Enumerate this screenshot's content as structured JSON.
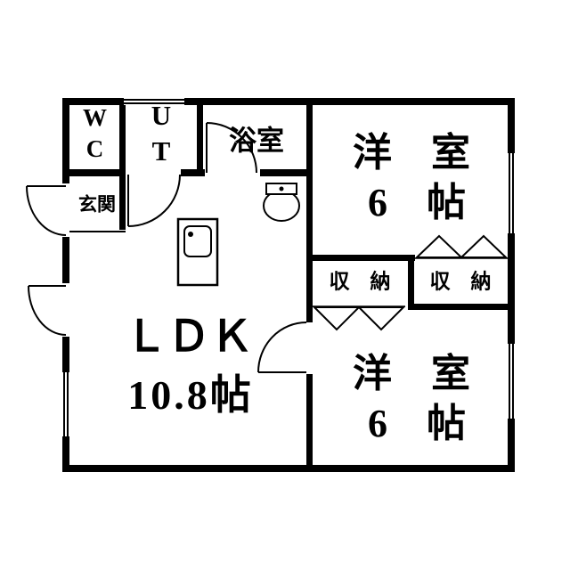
{
  "plan": {
    "type": "japanese-apartment-floorplan",
    "rooms": {
      "wc": {
        "label": "WC"
      },
      "ut": {
        "label": "UT"
      },
      "bath": {
        "label": "浴室"
      },
      "entrance": {
        "label": "玄関"
      },
      "western_room_top": {
        "label": "洋　室",
        "size": "6　帖"
      },
      "closet_left": {
        "label": "収　納"
      },
      "closet_right": {
        "label": "収　納"
      },
      "ldk": {
        "label": "ＬＤＫ",
        "size": "10.8帖"
      },
      "western_room_bottom": {
        "label": "洋　室",
        "size": "6　帖"
      }
    },
    "icons": {
      "kitchen_counter": "rect-with-sink",
      "washbasin": "oval-basin-with-faucet",
      "door_arcs": "quarter-circle-swing",
      "windows": "double-line-in-wall",
      "closet_doors": "folding-door-triangles"
    },
    "colors": {
      "wall": "#000000",
      "background": "#ffffff"
    }
  }
}
